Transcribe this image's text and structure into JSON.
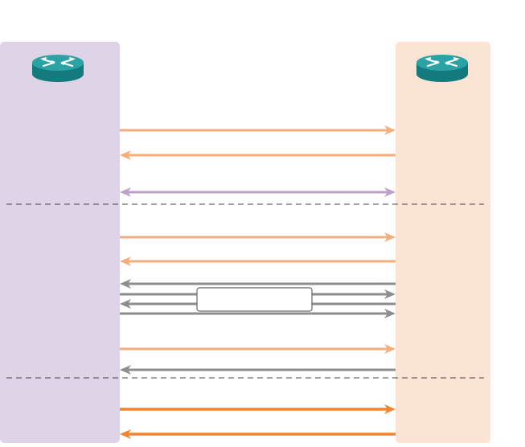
{
  "diagram": {
    "colors": {
      "left_panel": "#dfd4e7",
      "right_panel": "#fce4d4",
      "light_orange_arrow": "#f3ae7c",
      "purple_arrow": "#bda1cc",
      "gray_arrow": "#8d8d8d",
      "dark_orange_arrow": "#ef8532",
      "separator": "#444444",
      "router_body": "#137b7e",
      "router_top": "#2ba3a5"
    },
    "left_router": {
      "icon": "router-icon",
      "label": ""
    },
    "right_router": {
      "icon": "router-icon",
      "label": ""
    },
    "message_box": {
      "label": ""
    },
    "messages": [
      {
        "direction": "right",
        "style": "light-orange"
      },
      {
        "direction": "left",
        "style": "light-orange"
      },
      {
        "direction": "both",
        "style": "purple"
      },
      {
        "direction": "right",
        "style": "light-orange"
      },
      {
        "direction": "left",
        "style": "light-orange"
      },
      {
        "direction": "left",
        "style": "gray"
      },
      {
        "direction": "right",
        "style": "gray"
      },
      {
        "direction": "left",
        "style": "gray"
      },
      {
        "direction": "right",
        "style": "gray"
      },
      {
        "direction": "right",
        "style": "light-orange"
      },
      {
        "direction": "left",
        "style": "gray"
      },
      {
        "direction": "right",
        "style": "dark-orange"
      },
      {
        "direction": "left",
        "style": "dark-orange"
      }
    ]
  }
}
